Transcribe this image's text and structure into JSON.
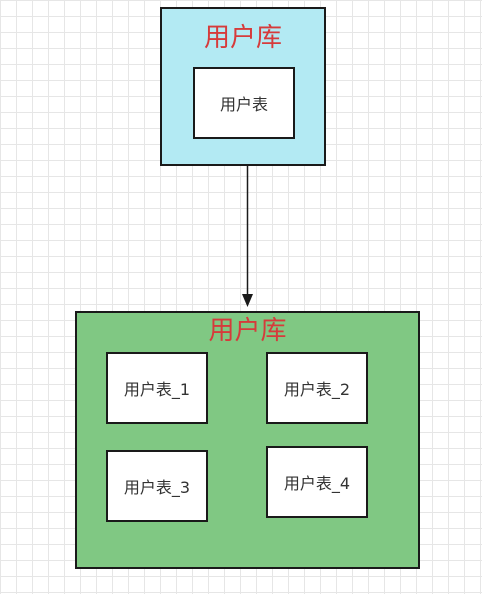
{
  "diagram": {
    "source_db": {
      "title": "用户库",
      "tables": [
        "用户表"
      ]
    },
    "target_db": {
      "title": "用户库",
      "tables": [
        "用户表_1",
        "用户表_2",
        "用户表_3",
        "用户表_4"
      ]
    }
  },
  "colors": {
    "source_db_fill": "#b3eaf3",
    "target_db_fill": "#80c883",
    "title_text": "#d63b3b",
    "border": "#1a1a1a"
  }
}
